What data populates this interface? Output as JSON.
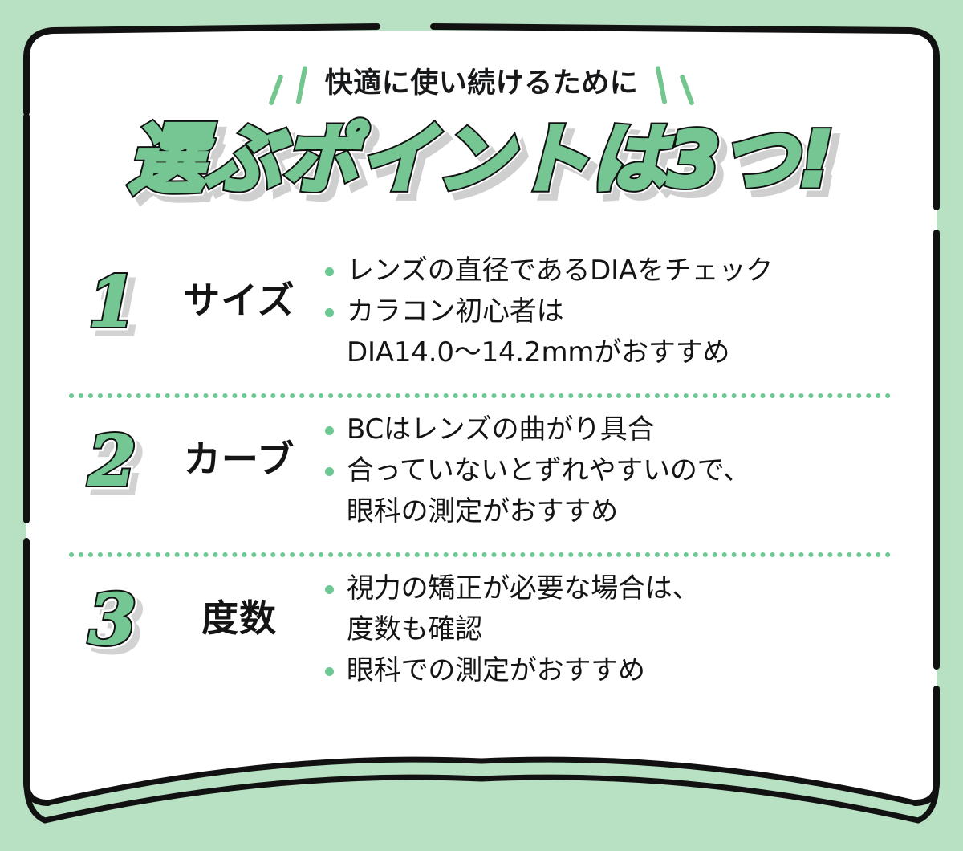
{
  "colors": {
    "background_green": "#b8e0c2",
    "card_white": "#ffffff",
    "accent_green": "#74c692",
    "bullet_green": "#6ec894",
    "outline_black": "#111111",
    "shadow_gray": "#cfcfcf"
  },
  "header": {
    "eyebrow": "快適に使い続けるために",
    "title": "選ぶポイントは3つ!",
    "left_slash_1": "slash-mark",
    "left_slash_2": "slash-mark",
    "right_slash_1": "slash-mark",
    "right_slash_2": "slash-mark"
  },
  "points": [
    {
      "number": "1",
      "label": "サイズ",
      "bullets": [
        {
          "lines": [
            "レンズの直径であるDIAをチェック"
          ]
        },
        {
          "lines": [
            "カラコン初心者は",
            "DIA14.0〜14.2mmがおすすめ"
          ]
        }
      ]
    },
    {
      "number": "2",
      "label": "カーブ",
      "bullets": [
        {
          "lines": [
            "BCはレンズの曲がり具合"
          ]
        },
        {
          "lines": [
            "合っていないとずれやすいので、",
            "眼科の測定がおすすめ"
          ]
        }
      ]
    },
    {
      "number": "3",
      "label": "度数",
      "bullets": [
        {
          "lines": [
            "視力の矯正が必要な場合は、",
            "度数も確認"
          ]
        },
        {
          "lines": [
            "眼科での測定がおすすめ"
          ]
        }
      ]
    }
  ]
}
